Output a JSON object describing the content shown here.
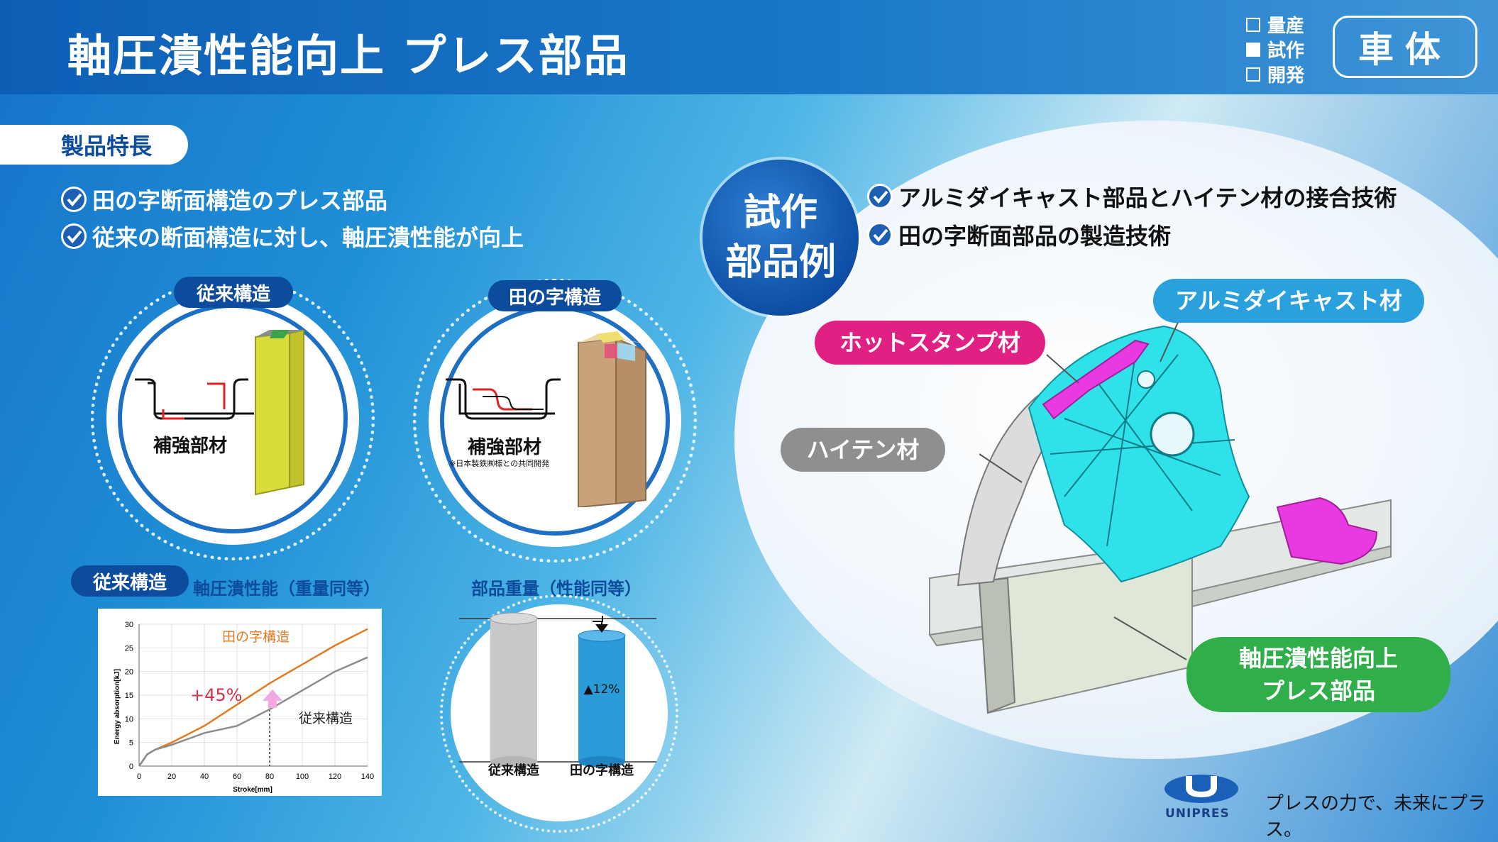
{
  "header": {
    "title": "軸圧潰性能向上 プレス部品",
    "status": [
      {
        "label": "量産",
        "checked": false
      },
      {
        "label": "試作",
        "checked": true
      },
      {
        "label": "開発",
        "checked": false
      }
    ],
    "category": "車体"
  },
  "features": {
    "heading": "製品特長",
    "bullets": [
      "田の字断面構造のプレス部品",
      "従来の断面構造に対し、軸圧潰性能が向上"
    ]
  },
  "diagrams": {
    "conventional": {
      "label": "従来構造",
      "part_label": "補強部材"
    },
    "cross": {
      "label": "田の字構造",
      "part_label": "補強部材",
      "note": "※日本製鉄㈱様との共同開発"
    }
  },
  "crush_chart": {
    "tag": "従来構造",
    "title": "軸圧潰性能（重量同等）",
    "improvement": "+45%",
    "series_labels": [
      "田の字構造",
      "従来構造"
    ]
  },
  "chart_data": {
    "type": "line",
    "xlabel": "Stroke[mm]",
    "ylabel": "Energy absorption[kJ]",
    "xlim": [
      0,
      140
    ],
    "ylim": [
      0,
      30
    ],
    "xticks": [
      0,
      20,
      40,
      60,
      80,
      100,
      120,
      140
    ],
    "yticks": [
      0,
      5,
      10,
      15,
      20,
      25,
      30
    ],
    "series": [
      {
        "name": "田の字構造",
        "color": "#e07b22",
        "x": [
          0,
          5,
          10,
          20,
          40,
          60,
          80,
          100,
          120,
          140
        ],
        "y": [
          0,
          2.5,
          3.5,
          5,
          8.5,
          13,
          17.5,
          21.5,
          25.5,
          29
        ]
      },
      {
        "name": "従来構造",
        "color": "#8c8c8c",
        "x": [
          0,
          5,
          10,
          20,
          40,
          60,
          80,
          100,
          120,
          140
        ],
        "y": [
          0,
          2.5,
          3.5,
          4.5,
          7,
          8.5,
          12,
          16,
          20,
          23
        ]
      }
    ]
  },
  "weight_chart": {
    "title": "部品重量（性能同等）",
    "change": "▲12%",
    "categories": [
      "従来構造",
      "田の字構造"
    ],
    "relative_height": [
      100,
      88
    ]
  },
  "prototype": {
    "badge_line1": "試作",
    "badge_line2": "部品例",
    "bullets": [
      "アルミダイキャスト部品とハイテン材の接合技術",
      "田の字断面部品の製造技術"
    ],
    "callouts": {
      "alum": "アルミダイキャスト材",
      "hotstamp": "ホットスタンプ材",
      "hiten": "ハイテン材",
      "press_line1": "軸圧潰性能向上",
      "press_line2": "プレス部品"
    }
  },
  "footer": {
    "brand": "UNIPRES",
    "tagline": "プレスの力で、未来にプラス。"
  }
}
